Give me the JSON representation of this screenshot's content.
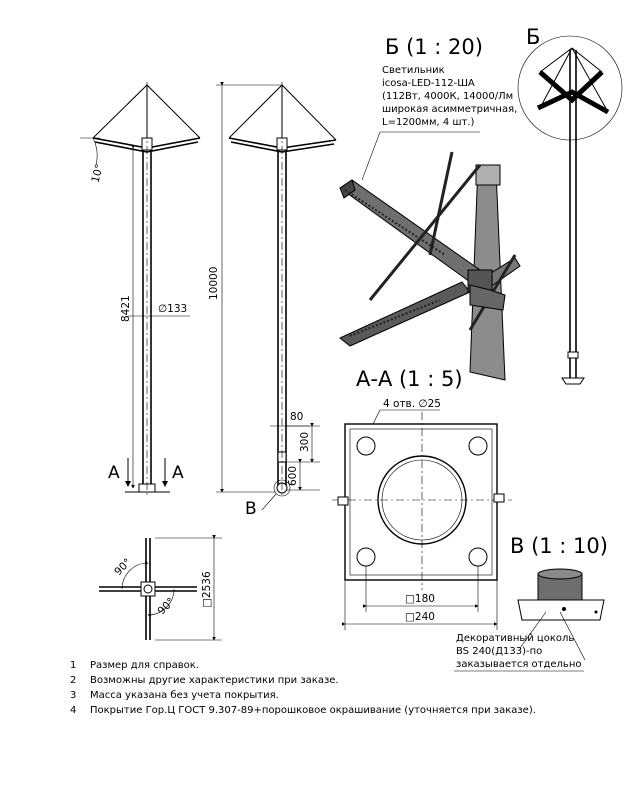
{
  "sections": {
    "b_title": "Б (1 : 20)",
    "b_marker": "Б",
    "aa_title": "А-А (1 : 5)",
    "v_title": "В (1 : 10)",
    "v_marker": "В",
    "a_marker": "А"
  },
  "luminaire": {
    "line1": "Светильник",
    "line2": "icosa-LED-112-ША",
    "line3": "(112Вт, 4000К, 14000/Лм",
    "line4": "широкая асимметричная,",
    "line5": "L=1200мм, 4 шт.)"
  },
  "dims": {
    "angle_10": "10°",
    "height_8421": "8421",
    "diam_133": "∅133",
    "height_10000": "10000",
    "d_80": "80",
    "d_300": "300",
    "d_600": "600",
    "holes": "4 отв. ∅25",
    "sq_180": "□180",
    "sq_240": "□240",
    "angle_90a": "90°",
    "angle_90b": "90°",
    "sq_2536": "□2536"
  },
  "plinth": {
    "line1": "Декоративный цоколь",
    "line2": "BS 240(Д133)-по",
    "line3": "заказывается отдельно"
  },
  "notes": [
    {
      "num": "1",
      "text": "Размер для справок."
    },
    {
      "num": "2",
      "text": "Возможны другие характеристики при заказе."
    },
    {
      "num": "3",
      "text": "Масса указана без учета покрытия."
    },
    {
      "num": "4",
      "text": "Покрытие Гор.Ц ГОСТ 9.307-89+порошковое окрашивание (уточняется при заказе)."
    }
  ]
}
